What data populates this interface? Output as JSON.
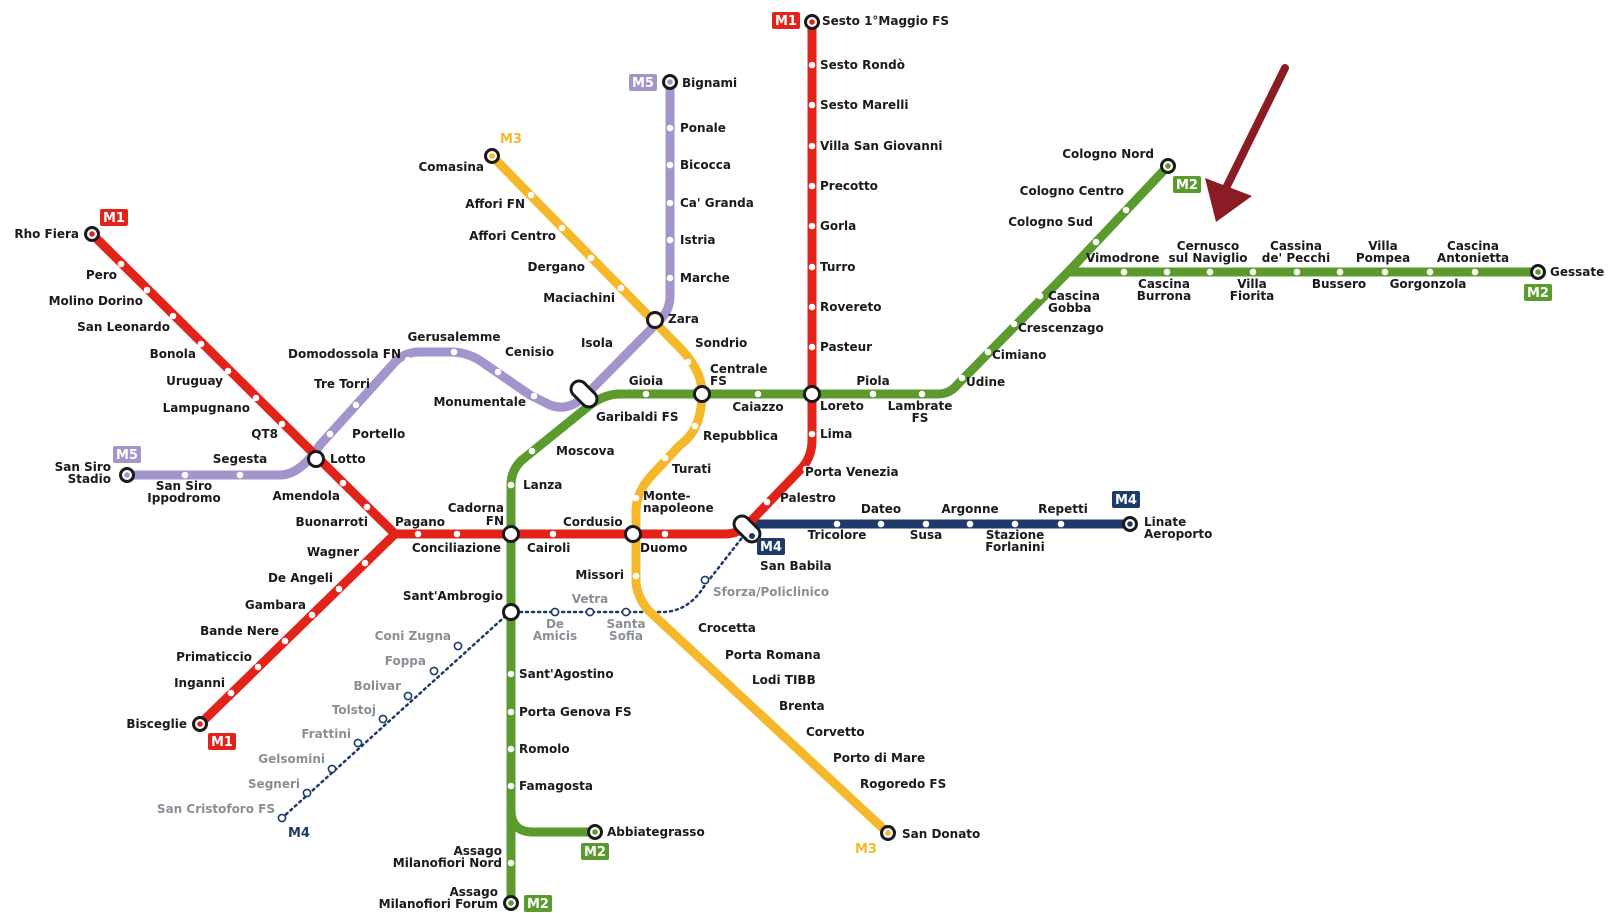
{
  "colors": {
    "M1": "#e2231a",
    "M2": "#5b9a2d",
    "M3": "#f6b82b",
    "M4": "#1e3a6b",
    "M5": "#a394cd",
    "arrow": "#8b1c23",
    "ink": "#1a1a1a",
    "grey": "#8a8f96"
  },
  "badges": {
    "m1_top": "M1",
    "m1_rho": "M1",
    "m1_bisceglie": "M1",
    "m2_cologno": "M2",
    "m2_gessate": "M2",
    "m2_abbiategrasso": "M2",
    "m2_assago": "M2",
    "m3_comasina": "M3",
    "m3_sandonato": "M3",
    "m4_linate": "M4",
    "m4_sanbabila": "M4",
    "m4_sancristoforo": "M4",
    "m5_bignami": "M5",
    "m5_sansiro": "M5"
  },
  "stations": {
    "sesto_1_maggio": "Sesto 1°Maggio FS",
    "sesto_rondo": "Sesto Rondò",
    "sesto_marelli": "Sesto Marelli",
    "villa_san_giovanni": "Villa San Giovanni",
    "precotto": "Precotto",
    "gorla": "Gorla",
    "turro": "Turro",
    "rovereto": "Rovereto",
    "pasteur": "Pasteur",
    "loreto": "Loreto",
    "lima": "Lima",
    "porta_venezia": "Porta Venezia",
    "palestro": "Palestro",
    "san_babila": "San Babila",
    "duomo": "Duomo",
    "cordusio": "Cordusio",
    "cairoli": "Cairoli",
    "cadorna_1": "Cadorna",
    "cadorna_2": "FN",
    "conciliazione": "Conciliazione",
    "pagano": "Pagano",
    "buonarroti": "Buonarroti",
    "amendola": "Amendola",
    "lotto": "Lotto",
    "qt8": "QT8",
    "lampugnano": "Lampugnano",
    "uruguay": "Uruguay",
    "bonola": "Bonola",
    "san_leonardo": "San Leonardo",
    "molino_dorino": "Molino Dorino",
    "pero": "Pero",
    "rho_fiera": "Rho Fiera",
    "wagner": "Wagner",
    "de_angeli": "De Angeli",
    "gambara": "Gambara",
    "bande_nere": "Bande Nere",
    "primaticcio": "Primaticcio",
    "inganni": "Inganni",
    "bisceglie": "Bisceglie",
    "cologno_nord": "Cologno Nord",
    "cologno_centro": "Cologno Centro",
    "cologno_sud": "Cologno Sud",
    "vimodrone": "Vimodrone",
    "cascina_burrona_1": "Cascina",
    "cascina_burrona_2": "Burrona",
    "cernusco_1": "Cernusco",
    "cernusco_2": "sul Naviglio",
    "villa_fiorita_1": "Villa",
    "villa_fiorita_2": "Fiorita",
    "cassina_1": "Cassina",
    "cassina_2": "de' Pecchi",
    "bussero": "Bussero",
    "villa_pompea_1": "Villa",
    "villa_pompea_2": "Pompea",
    "gorgonzola": "Gorgonzola",
    "cascina_antonietta_1": "Cascina",
    "cascina_antonietta_2": "Antonietta",
    "gessate": "Gessate",
    "cascina_gobba_1": "Cascina",
    "cascina_gobba_2": "Gobba",
    "crescenzago": "Crescenzago",
    "cimiano": "Cimiano",
    "udine": "Udine",
    "lambrate_1": "Lambrate",
    "lambrate_2": "FS",
    "piola": "Piola",
    "caiazzo": "Caiazzo",
    "centrale_1": "Centrale",
    "centrale_2": "FS",
    "gioia": "Gioia",
    "garibaldi": "Garibaldi FS",
    "moscova": "Moscova",
    "lanza": "Lanza",
    "sant_ambrogio": "Sant'Ambrogio",
    "sant_agostino": "Sant'Agostino",
    "porta_genova": "Porta Genova FS",
    "romolo": "Romolo",
    "famagosta": "Famagosta",
    "abbiategrasso": "Abbiategrasso",
    "assago_nord_1": "Assago",
    "assago_nord_2": "Milanofiori Nord",
    "assago_forum_1": "Assago",
    "assago_forum_2": "Milanofiori Forum",
    "comasina": "Comasina",
    "affori_fn": "Affori FN",
    "affori_centro": "Affori Centro",
    "dergano": "Dergano",
    "maciachini": "Maciachini",
    "zara": "Zara",
    "sondrio": "Sondrio",
    "repubblica": "Repubblica",
    "turati": "Turati",
    "montenapoleone_1": "Monte-",
    "montenapoleone_2": "napoleone",
    "missori": "Missori",
    "crocetta": "Crocetta",
    "porta_romana": "Porta Romana",
    "lodi": "Lodi TIBB",
    "brenta": "Brenta",
    "corvetto": "Corvetto",
    "porto_di_mare": "Porto di Mare",
    "rogoredo": "Rogoredo FS",
    "san_donato": "San Donato",
    "linate_1": "Linate",
    "linate_2": "Aeroporto",
    "repetti": "Repetti",
    "stazione_forlanini_1": "Stazione",
    "stazione_forlanini_2": "Forlanini",
    "argonne": "Argonne",
    "susa": "Susa",
    "dateo": "Dateo",
    "tricolore": "Tricolore",
    "sforza": "Sforza/Policlinico",
    "santa_sofia_1": "Santa",
    "santa_sofia_2": "Sofia",
    "vetra": "Vetra",
    "de_amicis_1": "De",
    "de_amicis_2": "Amicis",
    "coni_zugna": "Coni Zugna",
    "foppa": "Foppa",
    "bolivar": "Bolivar",
    "tolstoj": "Tolstoj",
    "frattini": "Frattini",
    "gelsomini": "Gelsomini",
    "segneri": "Segneri",
    "san_cristoforo": "San Cristoforo FS",
    "bignami": "Bignami",
    "ponale": "Ponale",
    "bicocca": "Bicocca",
    "ca_granda": "Ca' Granda",
    "istria": "Istria",
    "marche": "Marche",
    "isola": "Isola",
    "monumentale": "Monumentale",
    "cenisio": "Cenisio",
    "gerusalemme": "Gerusalemme",
    "domodossola": "Domodossola FN",
    "tre_torri": "Tre Torri",
    "portello": "Portello",
    "segesta": "Segesta",
    "san_siro_ippodromo_1": "San Siro",
    "san_siro_ippodromo_2": "Ippodromo",
    "san_siro_stadio_1": "San Siro",
    "san_siro_stadio_2": "Stadio"
  }
}
